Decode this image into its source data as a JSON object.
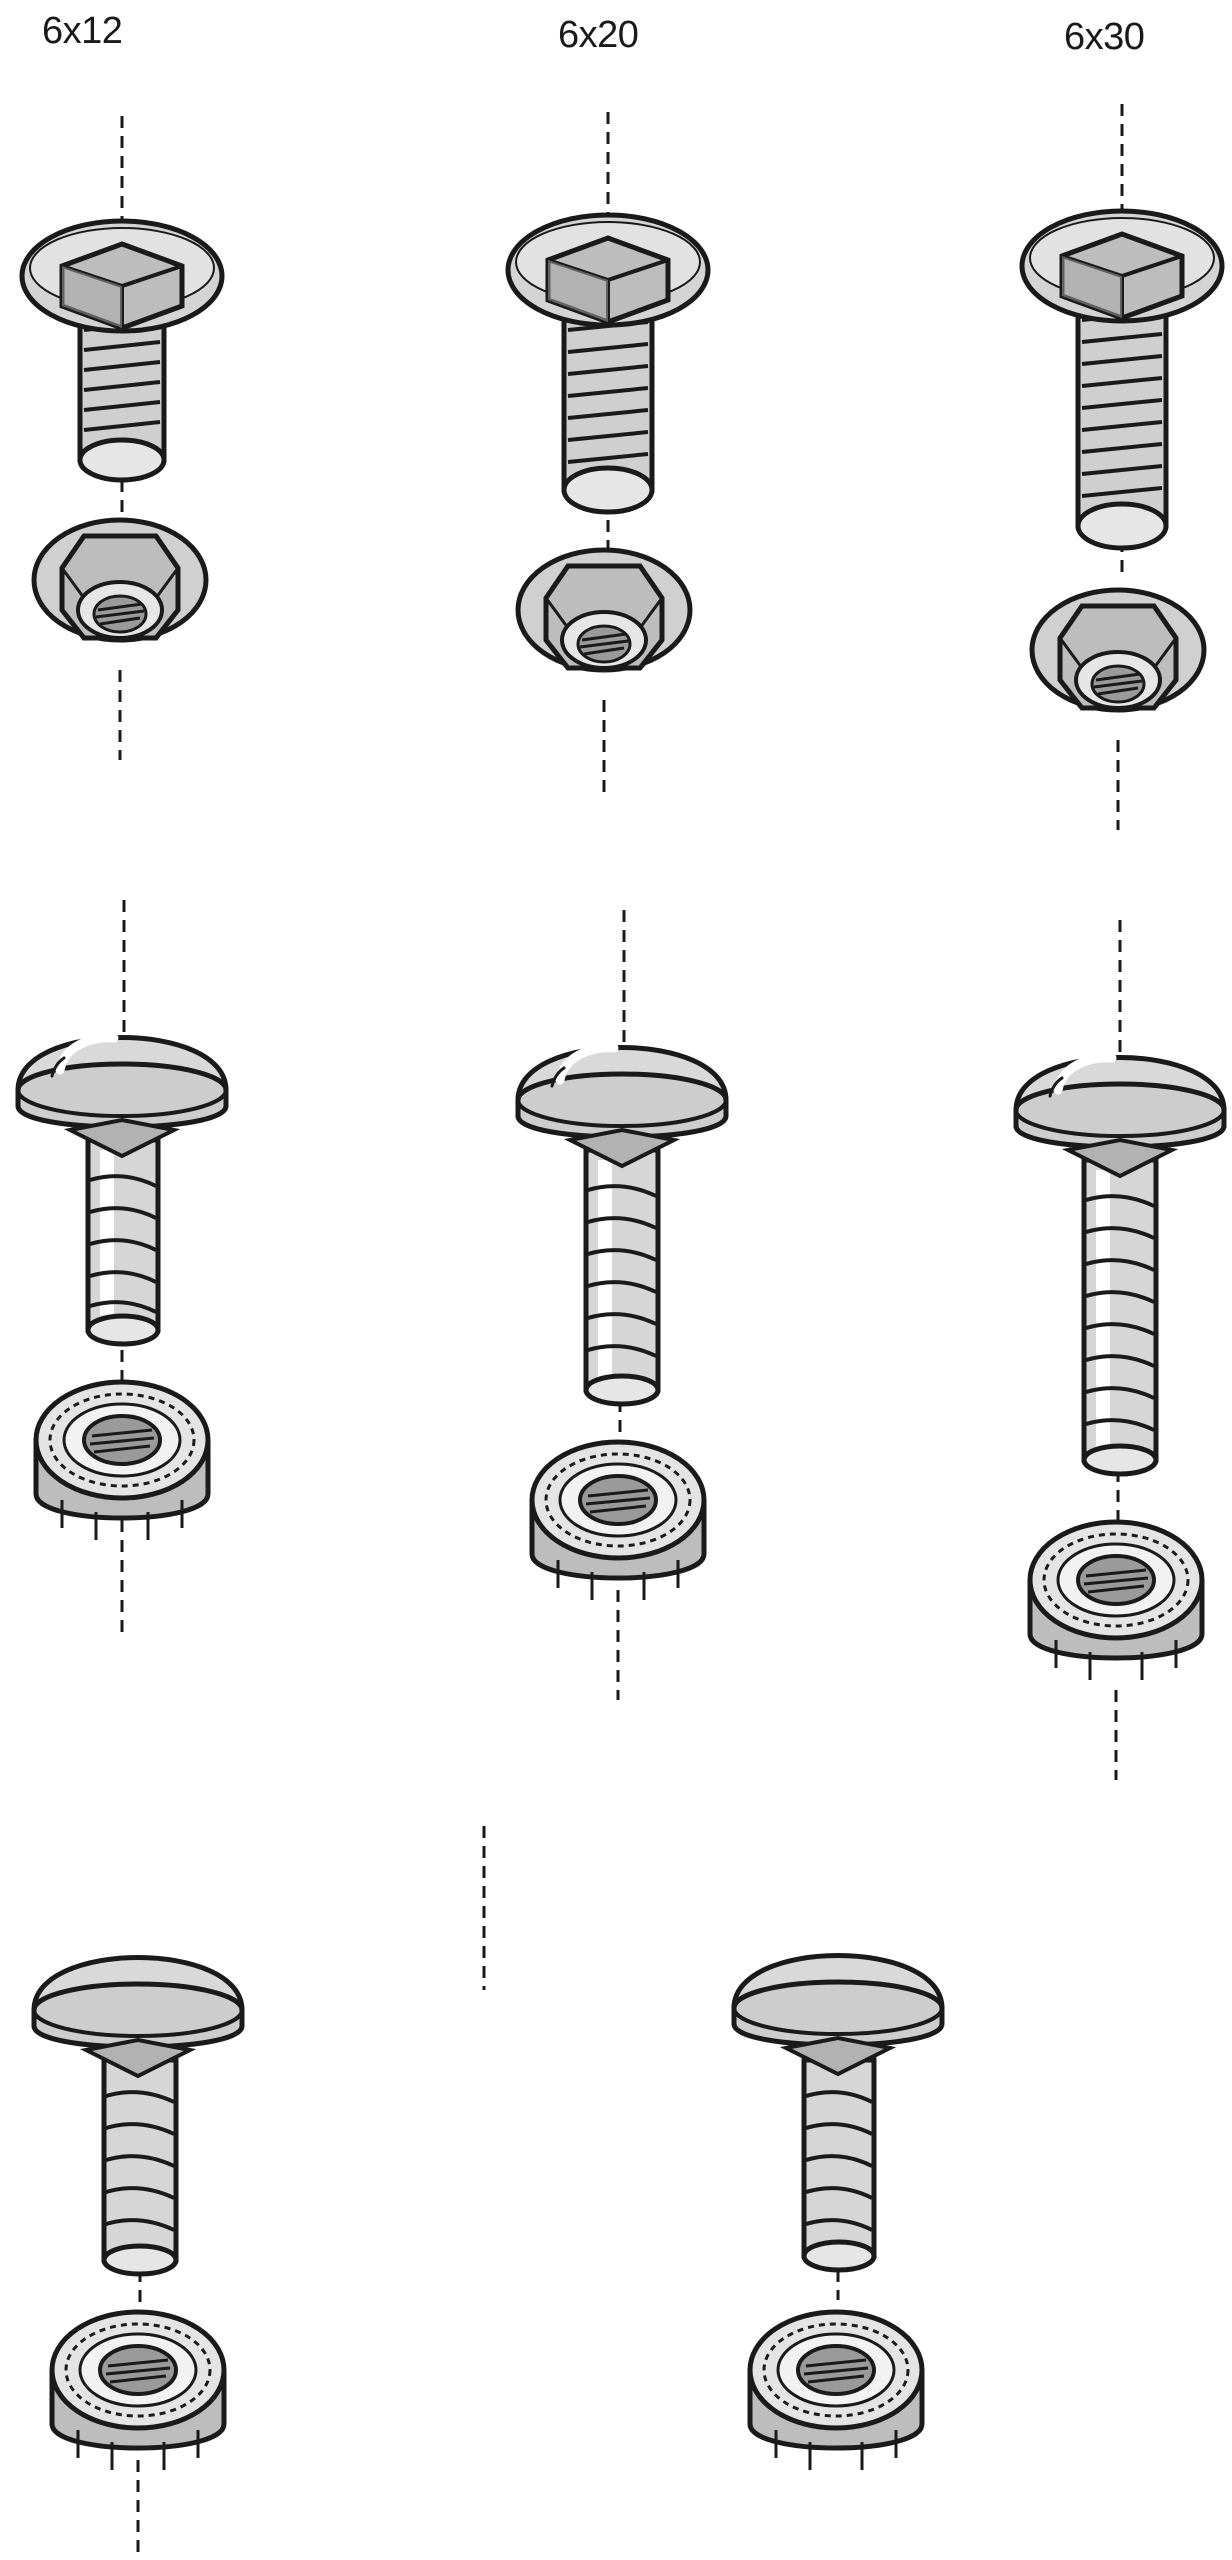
{
  "labels": {
    "size_a": "6x12",
    "size_b": "6x20",
    "size_c": "6x30"
  },
  "colors": {
    "background": "#ffffff",
    "outline": "#1a1a1a",
    "metal_fill": "#cfcfcf",
    "metal_dark": "#9a9a9a",
    "metal_light": "#e8e8e8",
    "highlight": "#ffffff"
  },
  "icons": {
    "square_neck_bolt": "square-neck-bolt-icon",
    "hex_flange_nut": "hex-flange-nut-icon",
    "carriage_bolt": "carriage-bolt-icon",
    "serrated_flange_nut": "serrated-flange-nut-icon",
    "axis_line": "dashed-axis-line"
  }
}
